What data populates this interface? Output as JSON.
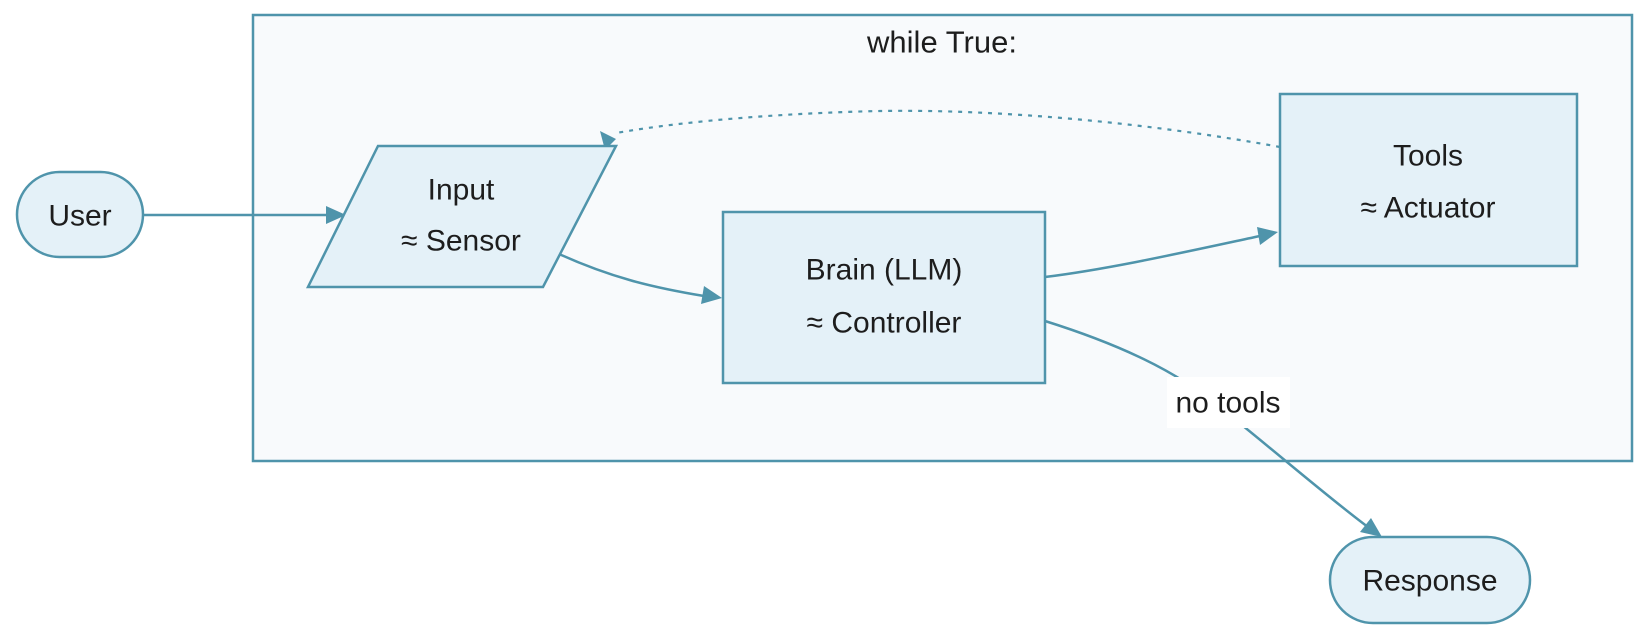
{
  "colors": {
    "accent": "#4f94ab",
    "node_fill": "#e4f1f8",
    "container_fill": "#f8fafc",
    "background": "#ffffff",
    "text": "#1d1d1d",
    "label_bg": "#ffffff"
  },
  "diagram": {
    "loop_label": "while True:",
    "nodes": {
      "user": {
        "label": "User",
        "shape": "stadium"
      },
      "input": {
        "line1": "Input",
        "line2": "≈ Sensor",
        "shape": "parallelogram"
      },
      "brain": {
        "line1": "Brain (LLM)",
        "line2": "≈ Controller",
        "shape": "rectangle"
      },
      "tools": {
        "line1": "Tools",
        "line2": "≈ Actuator",
        "shape": "rectangle"
      },
      "response": {
        "label": "Response",
        "shape": "stadium"
      }
    },
    "edges": [
      {
        "from": "User",
        "to": "Input",
        "style": "solid",
        "label": ""
      },
      {
        "from": "Input",
        "to": "Brain",
        "style": "solid",
        "label": ""
      },
      {
        "from": "Brain",
        "to": "Tools",
        "style": "solid",
        "label": ""
      },
      {
        "from": "Tools",
        "to": "Input",
        "style": "dotted",
        "label": ""
      },
      {
        "from": "Brain",
        "to": "Response",
        "style": "solid",
        "label": "no tools"
      }
    ]
  }
}
